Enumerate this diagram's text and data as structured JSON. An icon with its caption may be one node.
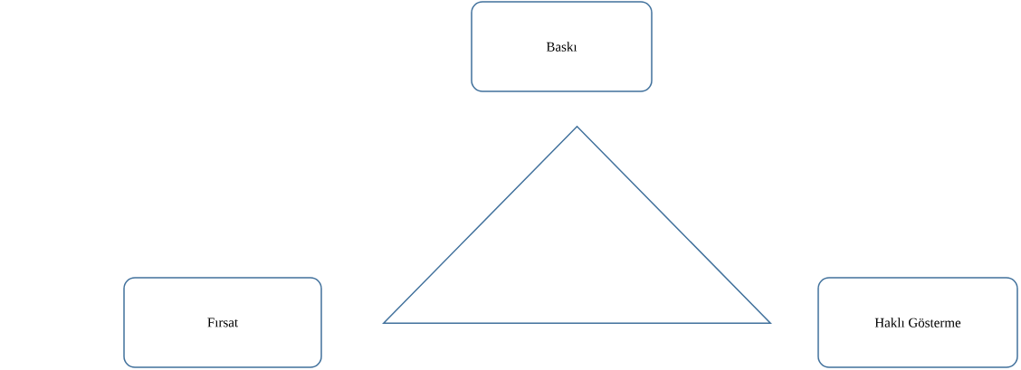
{
  "diagram": {
    "nodes": [
      {
        "text": [
          "Baskı"
        ]
      },
      {
        "text": [],
        "shape": "triangle"
      },
      {
        "text": [
          "Fırsat"
        ]
      },
      {
        "text": [
          "Haklı Gösterme"
        ]
      }
    ]
  }
}
